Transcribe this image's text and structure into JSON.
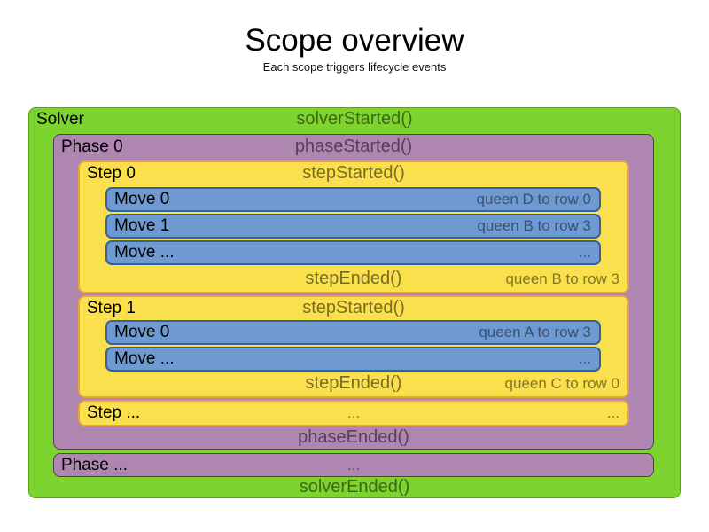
{
  "header": {
    "title": "Scope overview",
    "subtitle": "Each scope triggers lifecycle events"
  },
  "colors": {
    "solver_bg": "#7ed42f",
    "solver_border": "#58a513",
    "phase_bg": "#af86af",
    "phase_border": "#533a5e",
    "step_bg": "#f9e04c",
    "step_border": "#e8a33c",
    "move_bg": "#6f9ad1",
    "move_border": "#36629c",
    "label_text": "#000000",
    "event_text": "rgba(0,0,0,0.52)",
    "detail_text": "rgba(0,0,0,0.48)"
  },
  "solver": {
    "label": "Solver",
    "started_event": "solverStarted()",
    "ended_event": "solverEnded()",
    "phase": {
      "label": "Phase 0",
      "started_event": "phaseStarted()",
      "ended_event": "phaseEnded()",
      "steps": [
        {
          "label": "Step 0",
          "started_event": "stepStarted()",
          "ended_event": "stepEnded()",
          "ended_detail": "queen B to row 3",
          "moves": [
            {
              "label": "Move 0",
              "detail": "queen D to row 0"
            },
            {
              "label": "Move 1",
              "detail": "queen B to row 3"
            },
            {
              "label": "Move ...",
              "detail": "..."
            }
          ]
        },
        {
          "label": "Step 1",
          "started_event": "stepStarted()",
          "ended_event": "stepEnded()",
          "ended_detail": "queen C to row 0",
          "moves": [
            {
              "label": "Move 0",
              "detail": "queen A to row 3"
            },
            {
              "label": "Move ...",
              "detail": "..."
            }
          ]
        }
      ],
      "more_steps": {
        "label": "Step ...",
        "center": "...",
        "right": "..."
      }
    },
    "more_phases": {
      "label": "Phase ...",
      "center": "..."
    }
  }
}
